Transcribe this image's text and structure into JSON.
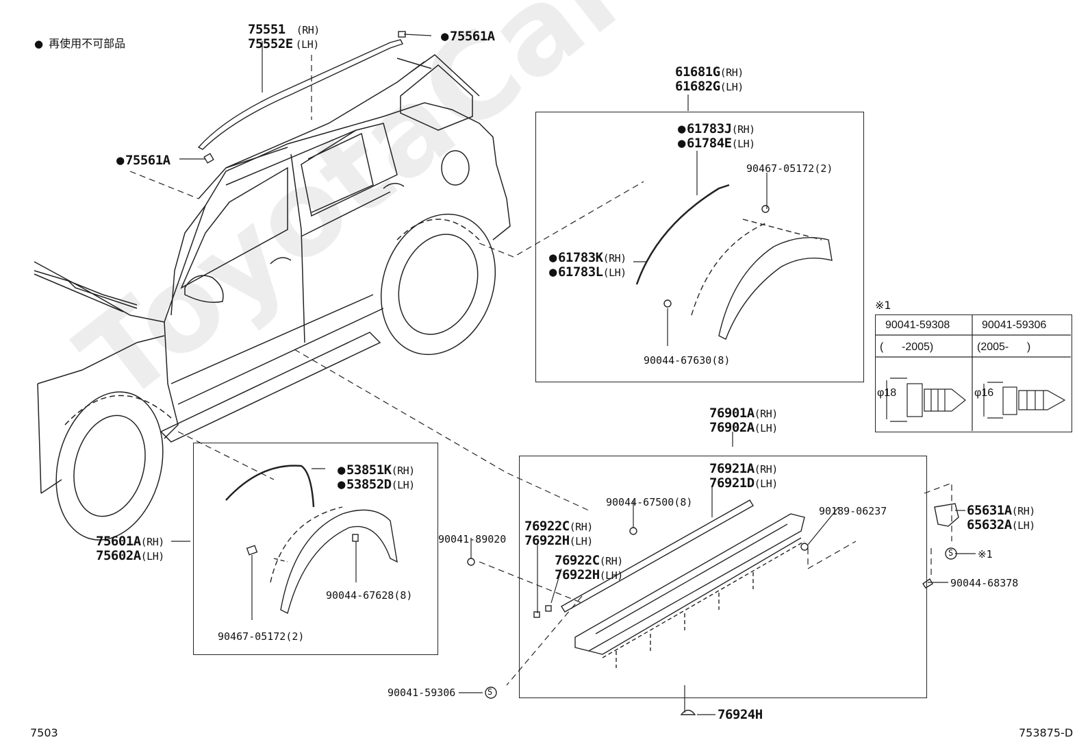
{
  "legend": {
    "bullet": "●",
    "text": "再使用不可部品"
  },
  "footer": {
    "left": "7503",
    "right": "753875-D"
  },
  "watermark": "ToyotaCarMine.ru",
  "parts": {
    "roof_molding": {
      "num1": "75551",
      "side1": "(RH)",
      "num2": "75552E",
      "side2": "(LH)"
    },
    "clip_75561a_top": {
      "num": "75561A"
    },
    "clip_75561a_left": {
      "num": "75561A"
    },
    "rear_flare": {
      "num1": "61681G",
      "side1": "(RH)",
      "num2": "61682G",
      "side2": "(LH)"
    },
    "rear_flare_seal_upper": {
      "num1": "61783J",
      "side1": "(RH)",
      "num2": "61784E",
      "side2": "(LH)"
    },
    "rear_flare_seal_lower": {
      "num1": "61783K",
      "side1": "(RH)",
      "num2": "61783L",
      "side2": "(LH)"
    },
    "clip_90467_rear": {
      "text": "90467-05172(2)"
    },
    "clip_90044_67630": {
      "text": "90044-67630(8)"
    },
    "front_flare": {
      "num1": "75601A",
      "side1": "(RH)",
      "num2": "75602A",
      "side2": "(LH)"
    },
    "front_flare_seal": {
      "num1": "53851K",
      "side1": "(RH)",
      "num2": "53852D",
      "side2": "(LH)"
    },
    "clip_90044_67628": {
      "text": "90044-67628(8)"
    },
    "clip_90467_front": {
      "text": "90467-05172(2)"
    },
    "rocker_panel": {
      "num1": "76901A",
      "side1": "(RH)",
      "num2": "76902A",
      "side2": "(LH)"
    },
    "rocker_seal": {
      "num1": "76921A",
      "side1": "(RH)",
      "num2": "76921D",
      "side2": "(LH)"
    },
    "rocker_cap_1": {
      "num1": "76922C",
      "side1": "(RH)",
      "num2": "76922H",
      "side2": "(LH)"
    },
    "rocker_cap_2": {
      "num1": "76922C",
      "side1": "(RH)",
      "num2": "76922H",
      "side2": "(LH)"
    },
    "clip_90044_67500": {
      "text": "90044-67500(8)"
    },
    "clip_90189_06237": {
      "text": "90189-06237"
    },
    "clip_90041_89020": {
      "text": "90041-89020"
    },
    "screw_90041_59306": {
      "text": "90041-59306"
    },
    "clip_76924h": {
      "num": "76924H"
    },
    "mudguard": {
      "num1": "65631A",
      "side1": "(RH)",
      "num2": "65632A",
      "side2": "(LH)"
    },
    "screw_ref": {
      "symbol": "S",
      "note": "※1"
    },
    "clip_90044_68378": {
      "text": "90044-68378"
    }
  },
  "screw_table": {
    "title": "※1",
    "columns": [
      {
        "part": "90041-59308",
        "years": "(      -2005)",
        "dia_sym": "φ",
        "dia": "18"
      },
      {
        "part": "90041-59306",
        "years": "(2005-      )",
        "dia_sym": "φ",
        "dia": "16"
      }
    ]
  }
}
